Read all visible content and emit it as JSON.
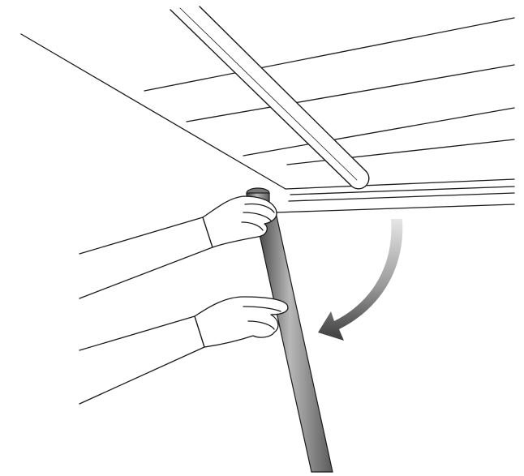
{
  "figure": {
    "kind": "instruction-illustration",
    "colors": {
      "background": "#ffffff",
      "line": "#1a1a1a",
      "pole_dark": "#3a3a3a",
      "pole_mid": "#7a7a7a",
      "pole_light": "#b8b8b8",
      "arrow_dark": "#3c3c3c",
      "arrow_light": "#e6e6e6"
    },
    "elements": {
      "awning_canopy": "awning-canopy",
      "roller_tube": "roller-tube",
      "support_pole": "support-pole",
      "upper_hand": "upper-hand",
      "lower_hand": "lower-hand",
      "rotation_arrow": "curved-arrow-icon"
    }
  }
}
